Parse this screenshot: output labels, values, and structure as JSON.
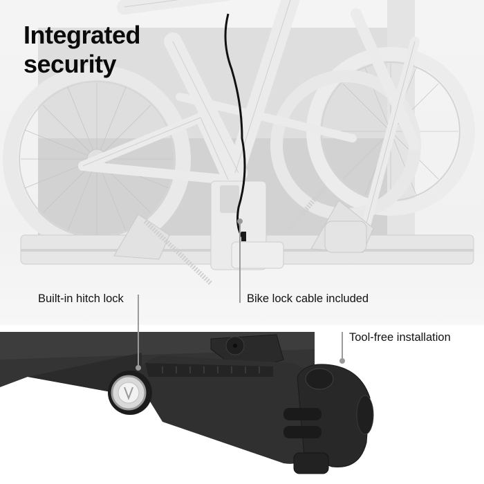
{
  "headline": {
    "line1": "Integrated",
    "line2": "security"
  },
  "callouts": [
    {
      "id": "hitch-lock",
      "label": "Built-in hitch lock"
    },
    {
      "id": "bike-lock-cable",
      "label": "Bike lock cable included"
    },
    {
      "id": "tool-free",
      "label": "Tool-free installation"
    }
  ],
  "images": {
    "top": "bike-rack-with-two-bikes-illustration",
    "bottom": "hitch-lock-closeup-illustration"
  },
  "colors": {
    "text": "#0a0a0a",
    "leader": "#9a9a9a",
    "top_background": "#f2f2f2",
    "product_light": "#e6e6e6",
    "product_dark": "#2e2e2e",
    "cable": "#111111"
  }
}
